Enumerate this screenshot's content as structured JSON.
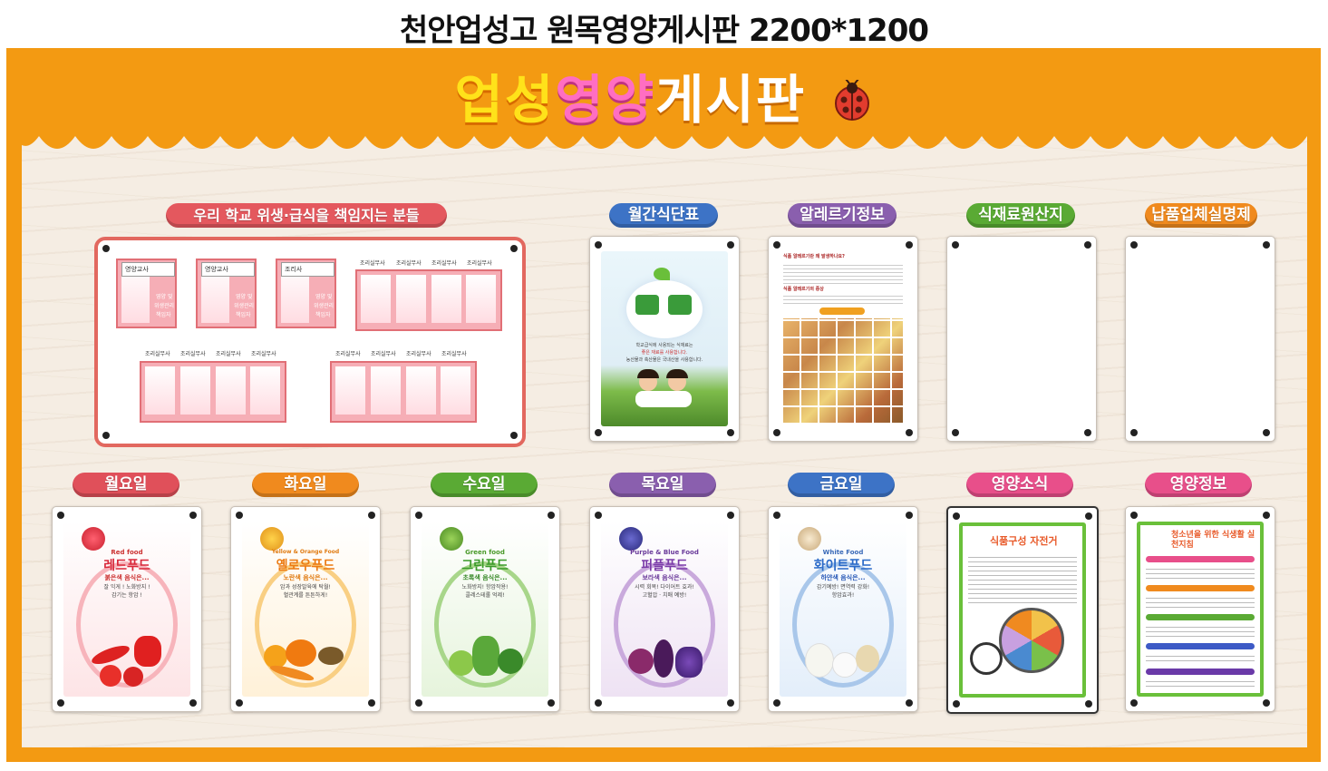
{
  "top_title": "천안업성고 원목영양게시판 2200*1200",
  "banner": {
    "part1": "업성",
    "part2": "영양",
    "part3": "게시판"
  },
  "staff_section": {
    "title": "우리 학교 위생·급식을 책임지는 분들",
    "nutrition_teacher": "영양교사",
    "cook": "조리사",
    "role_lines": [
      "영양 및",
      "위생관리",
      "책임자"
    ],
    "worker": "조리실무사"
  },
  "sections": {
    "monthly_menu": "월간식단표",
    "allergy": "알레르기정보",
    "origin": "식재료원산지",
    "supplier": "납품업체실명제",
    "monday": "월요일",
    "tuesday": "화요일",
    "wednesday": "수요일",
    "thursday": "목요일",
    "friday": "금요일",
    "news": "영양소식",
    "info": "영양정보"
  },
  "colors": {
    "board": "#f39a12",
    "red": "#e0505a",
    "orange": "#f08a1e",
    "green": "#5aaa34",
    "purple": "#8a5fae",
    "blue": "#3d73c6",
    "pink": "#e84f8a"
  },
  "posters": {
    "menu": {
      "line1": "학교급식에 사용되는 식재료는",
      "line2": "좋은 재료를 사용합니다.",
      "line3": "농산물과 축산물은 국내산을 사용합니다."
    },
    "allergy": {
      "title": "식품 알레르기란 왜 발생하나요?",
      "subtitle": "식품 알레르기의 증상"
    },
    "red": {
      "en": "Red food",
      "title": "레드푸드",
      "sub": "붉은색 음식은...",
      "l1": "잘 익게 ! 노화방지 !",
      "l2": "감기는 항암 !"
    },
    "yellow": {
      "en": "Yellow & Orange Food",
      "title": "옐로우푸드",
      "sub": "노란색 음식은...",
      "l1": "암과 성장발육에 탁월!",
      "l2": "혈관계를 튼튼하게!"
    },
    "green": {
      "en": "Green food",
      "title": "그린푸드",
      "sub": "초록색 음식은...",
      "l1": "노화방지! 항암작용!",
      "l2": "콜레스테롤 억제!"
    },
    "purple": {
      "en": "Purple & Blue Food",
      "title": "퍼플푸드",
      "sub": "보라색 음식은...",
      "l1": "시력 회복! 다이어트 효과!",
      "l2": "고혈압 · 치매 예방!"
    },
    "white": {
      "en": "White Food",
      "title": "화이트푸드",
      "sub": "하얀색 음식은...",
      "l1": "감기예방! 면역력 강화!",
      "l2": "항암효과!"
    },
    "news": {
      "title": "식품구성 자전거"
    },
    "info": {
      "title": "청소년을 위한 식생활 실천지침"
    }
  }
}
